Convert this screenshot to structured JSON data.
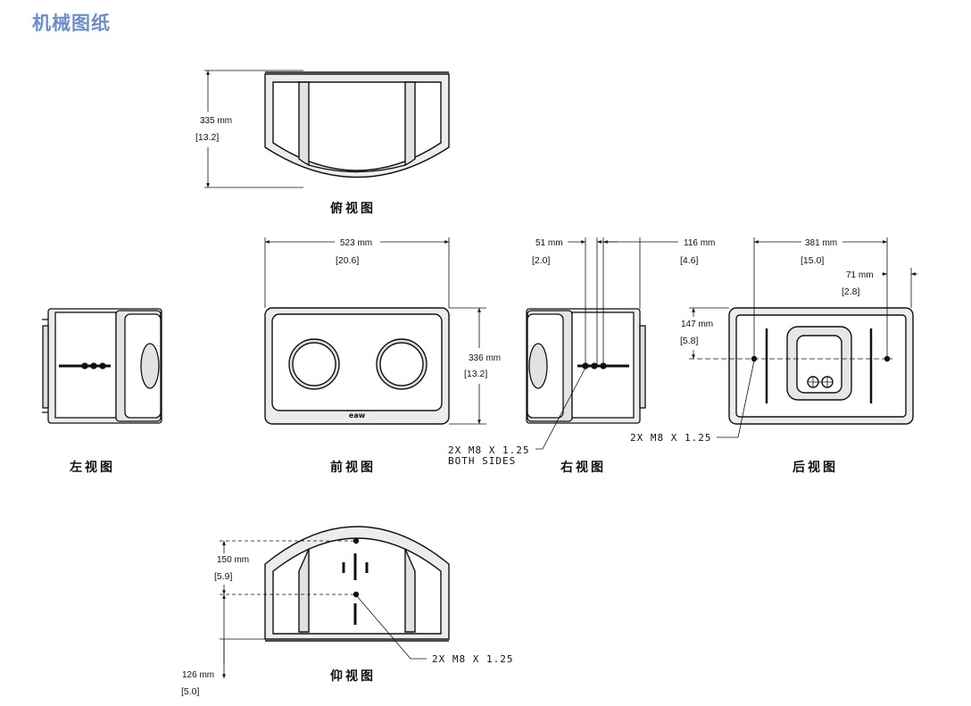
{
  "title": "机械图纸",
  "colors": {
    "title": "#6d8fc9",
    "line": "#111111",
    "body": "#ececec",
    "panel": "#ffffff"
  },
  "views": {
    "top": "俯视图",
    "left": "左视图",
    "front": "前视图",
    "right": "右视图",
    "rear": "后视图",
    "bottom": "仰视图"
  },
  "dimensions": {
    "top_height": {
      "mm": "335 mm",
      "in": "13.2"
    },
    "front_width": {
      "mm": "523 mm",
      "in": "20.6"
    },
    "front_height": {
      "mm": "336 mm",
      "in": "13.2"
    },
    "right_a": {
      "mm": "51 mm",
      "in": "2.0"
    },
    "right_b": {
      "mm": "116 mm",
      "in": "4.6"
    },
    "rear_width": {
      "mm": "381 mm",
      "in": "15.0"
    },
    "rear_offset": {
      "mm": "71 mm",
      "in": "2.8"
    },
    "rear_height": {
      "mm": "147 mm",
      "in": "5.8"
    },
    "bottom_a": {
      "mm": "150 mm",
      "in": "5.9"
    },
    "bottom_b": {
      "mm": "126 mm",
      "in": "5.0"
    }
  },
  "notes": {
    "right_line1": "2X M8 X 1.25",
    "right_line2": "BOTH SIDES",
    "rear": "2X M8 X 1.25",
    "bottom": "2X M8 X 1.25"
  },
  "logo_text": "eaw"
}
